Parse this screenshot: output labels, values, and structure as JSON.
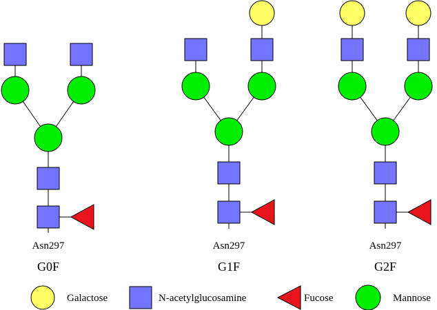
{
  "colors": {
    "galactose": "#ffff66",
    "n_acetylglucosamine": "#7474ff",
    "fucose": "#e8141e",
    "mannose": "#00ee00",
    "outline": "#000000"
  },
  "glycans": [
    {
      "name": "G0F",
      "anchor": "Asn297",
      "residues": [
        {
          "id": "n1",
          "type": "n_acetylglucosamine"
        },
        {
          "id": "n2",
          "type": "n_acetylglucosamine"
        },
        {
          "id": "m_core",
          "type": "mannose"
        },
        {
          "id": "m_left",
          "type": "mannose"
        },
        {
          "id": "m_right",
          "type": "mannose"
        },
        {
          "id": "n_left",
          "type": "n_acetylglucosamine"
        },
        {
          "id": "n_right",
          "type": "n_acetylglucosamine"
        },
        {
          "id": "fuc",
          "type": "fucose"
        }
      ]
    },
    {
      "name": "G1F",
      "anchor": "Asn297",
      "residues": [
        {
          "id": "n1",
          "type": "n_acetylglucosamine"
        },
        {
          "id": "n2",
          "type": "n_acetylglucosamine"
        },
        {
          "id": "m_core",
          "type": "mannose"
        },
        {
          "id": "m_left",
          "type": "mannose"
        },
        {
          "id": "m_right",
          "type": "mannose"
        },
        {
          "id": "n_left",
          "type": "n_acetylglucosamine"
        },
        {
          "id": "n_right",
          "type": "n_acetylglucosamine"
        },
        {
          "id": "g_right",
          "type": "galactose"
        },
        {
          "id": "fuc",
          "type": "fucose"
        }
      ]
    },
    {
      "name": "G2F",
      "anchor": "Asn297",
      "residues": [
        {
          "id": "n1",
          "type": "n_acetylglucosamine"
        },
        {
          "id": "n2",
          "type": "n_acetylglucosamine"
        },
        {
          "id": "m_core",
          "type": "mannose"
        },
        {
          "id": "m_left",
          "type": "mannose"
        },
        {
          "id": "m_right",
          "type": "mannose"
        },
        {
          "id": "n_left",
          "type": "n_acetylglucosamine"
        },
        {
          "id": "n_right",
          "type": "n_acetylglucosamine"
        },
        {
          "id": "g_left",
          "type": "galactose"
        },
        {
          "id": "g_right",
          "type": "galactose"
        },
        {
          "id": "fuc",
          "type": "fucose"
        }
      ]
    }
  ],
  "legend": [
    {
      "label": "Galactose",
      "type": "galactose",
      "icon": "circle-icon"
    },
    {
      "label": "N-acetylglucosamine",
      "type": "n_acetylglucosamine",
      "icon": "square-icon"
    },
    {
      "label": "Fucose",
      "type": "fucose",
      "icon": "triangle-icon"
    },
    {
      "label": "Mannose",
      "type": "mannose",
      "icon": "circle-icon"
    }
  ]
}
